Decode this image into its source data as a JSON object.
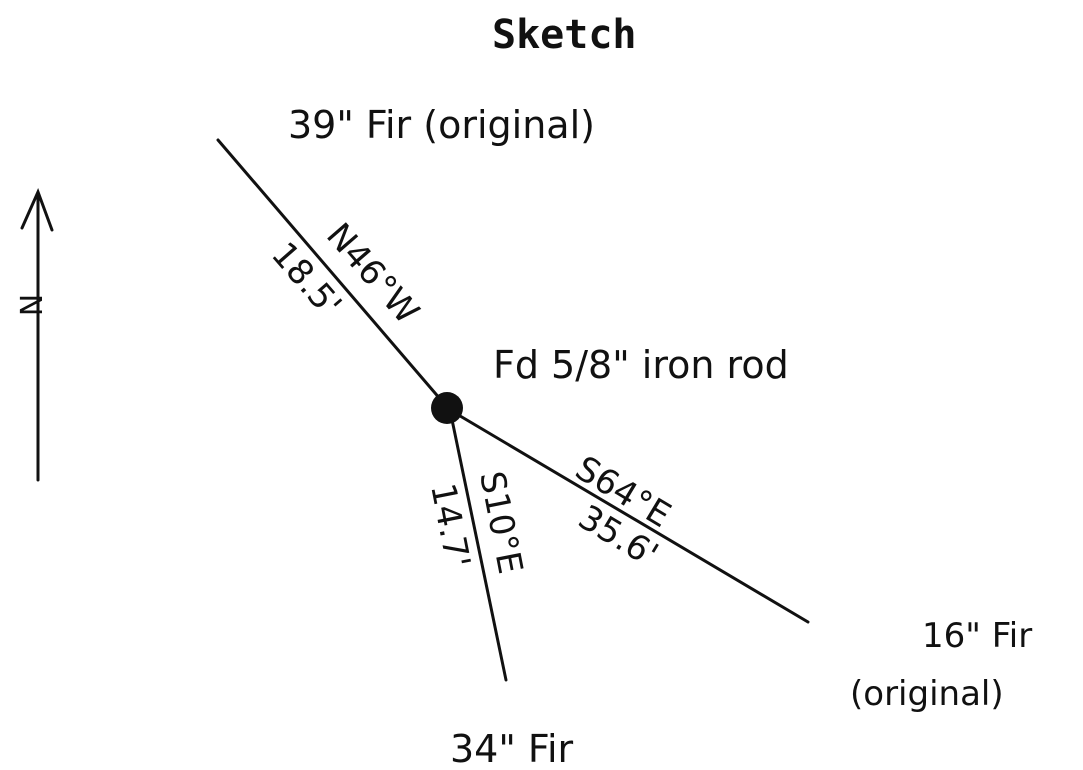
{
  "title": "Sketch",
  "north_label": "N",
  "center": {
    "label": "Fd 5/8\" iron rod"
  },
  "trees": [
    {
      "id": "tree-nw",
      "label_line1": "39\" Fir (original)",
      "label_line2": ""
    },
    {
      "id": "tree-s",
      "label_line1": "34\" Fir",
      "label_line2": ""
    },
    {
      "id": "tree-se",
      "label_line1": "16\" Fir",
      "label_line2": "(original)"
    }
  ],
  "lines": [
    {
      "id": "line-nw",
      "bearing": "N46°W",
      "distance": "18.5'"
    },
    {
      "id": "line-s",
      "bearing": "S10°E",
      "distance": "14.7'"
    },
    {
      "id": "line-se",
      "bearing": "S64°E",
      "distance": "35.6'"
    }
  ]
}
